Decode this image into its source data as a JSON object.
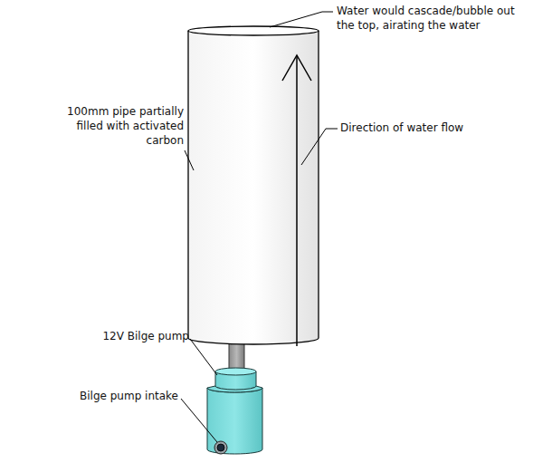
{
  "diagram": {
    "labels": [
      "Water would cascade/bubble out the top, airating the water",
      "100mm pipe partially filled with activated carbon",
      "Direction of water flow",
      "12V Bilge pump",
      "Bilge pump intake"
    ]
  }
}
